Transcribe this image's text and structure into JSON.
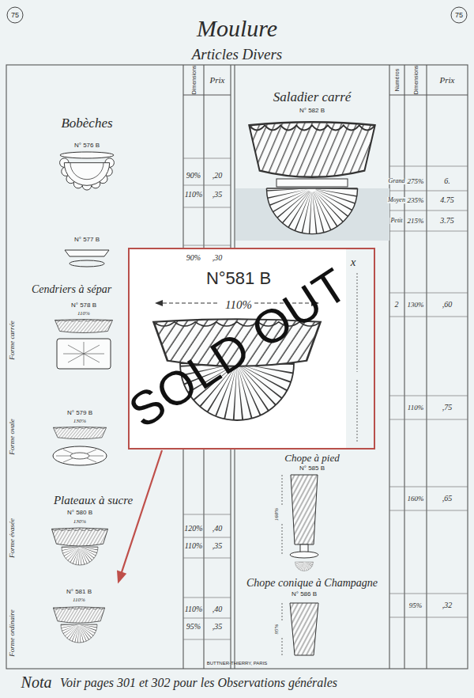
{
  "diagram": {
    "title": "Moulure",
    "nodes": [
      {
        "text": [
          "N°581 B",
          "110%",
          "SOLD OUT"
        ]
      }
    ],
    "labels": [
      "Articles Divers",
      "75",
      "75",
      "Dimensions",
      "Prix",
      "Numéros",
      "Dimensions",
      "Prix",
      "Bobèches",
      "N° 576 B",
      "90%",
      ",20",
      "110%",
      ",35",
      "N° 577 B",
      "90%",
      ",30",
      "Cendriers à sépar",
      "Forme carrée",
      "N° 578 B",
      "110%",
      "Forme ovale",
      "N° 579 B",
      "130%",
      "Plateaux à sucre",
      "Forme évasée",
      "N° 580 B",
      "130%",
      "120%",
      ",40",
      "110%",
      ",35",
      "Forme ordinaire",
      "N° 581 B",
      "110%",
      "110%",
      ",40",
      "95%",
      ",35",
      "Saladier carré",
      "N° 582 B",
      "Grand",
      "275%",
      "6.",
      "Moyen",
      "235%",
      "4.75",
      "Petit",
      "215%",
      "3.75",
      "x",
      "2",
      "130%",
      ",60",
      "110%",
      ",75",
      "Chope à pied",
      "N° 585 B",
      "160%",
      "160%",
      ",65",
      "Chope conique à Champagne",
      "N° 586 B",
      "95%",
      "95%",
      ",32",
      "BUTTNER-THIERRY, PARIS",
      "Nota",
      "Voir pages 301 et 302 pour les Observations générales"
    ]
  }
}
